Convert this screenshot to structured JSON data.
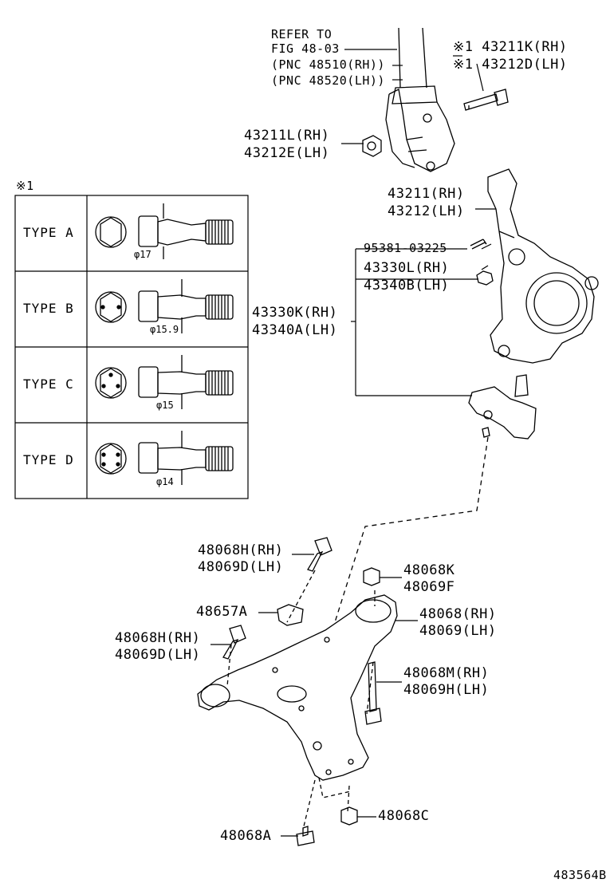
{
  "diagram_id": "483564B",
  "refer": {
    "line1": "REFER TO",
    "line2": "FIG 48-03",
    "line3": "(PNC 48510(RH))",
    "line4": "(PNC 48520(LH))"
  },
  "labels": {
    "bolt_rh": "※1 43211K(RH)",
    "bolt_lh": "※1 43212D(LH)",
    "nut_rh": "43211L(RH)",
    "nut_lh": "43212E(LH)",
    "knuckle_rh": "43211(RH)",
    "knuckle_lh": "43212(LH)",
    "pin": "95381-03225",
    "ball_nut_rh": "43330L(RH)",
    "ball_nut_lh": "43340B(LH)",
    "ball_joint_rh": "43330K(RH)",
    "ball_joint_lh": "43340A(LH)",
    "arm_bolt_rh": "48068H(RH)",
    "arm_bolt_lh": "48069D(LH)",
    "arm_nut_rh": "48068K",
    "arm_nut_lh": "48069F",
    "clip": "48657A",
    "arm_bolt2_rh": "48068H(RH)",
    "arm_bolt2_lh": "48069D(LH)",
    "arm_rh": "48068(RH)",
    "arm_lh": "48069(LH)",
    "long_bolt_rh": "48068M(RH)",
    "long_bolt_lh": "48069H(LH)",
    "bottom_nut": "48068C",
    "bottom_bolt": "48068A"
  },
  "note_mark": "※1",
  "types": [
    {
      "name": "TYPE A",
      "diameter": "φ17"
    },
    {
      "name": "TYPE B",
      "diameter": "φ15.9"
    },
    {
      "name": "TYPE C",
      "diameter": "φ15"
    },
    {
      "name": "TYPE D",
      "diameter": "φ14"
    }
  ]
}
